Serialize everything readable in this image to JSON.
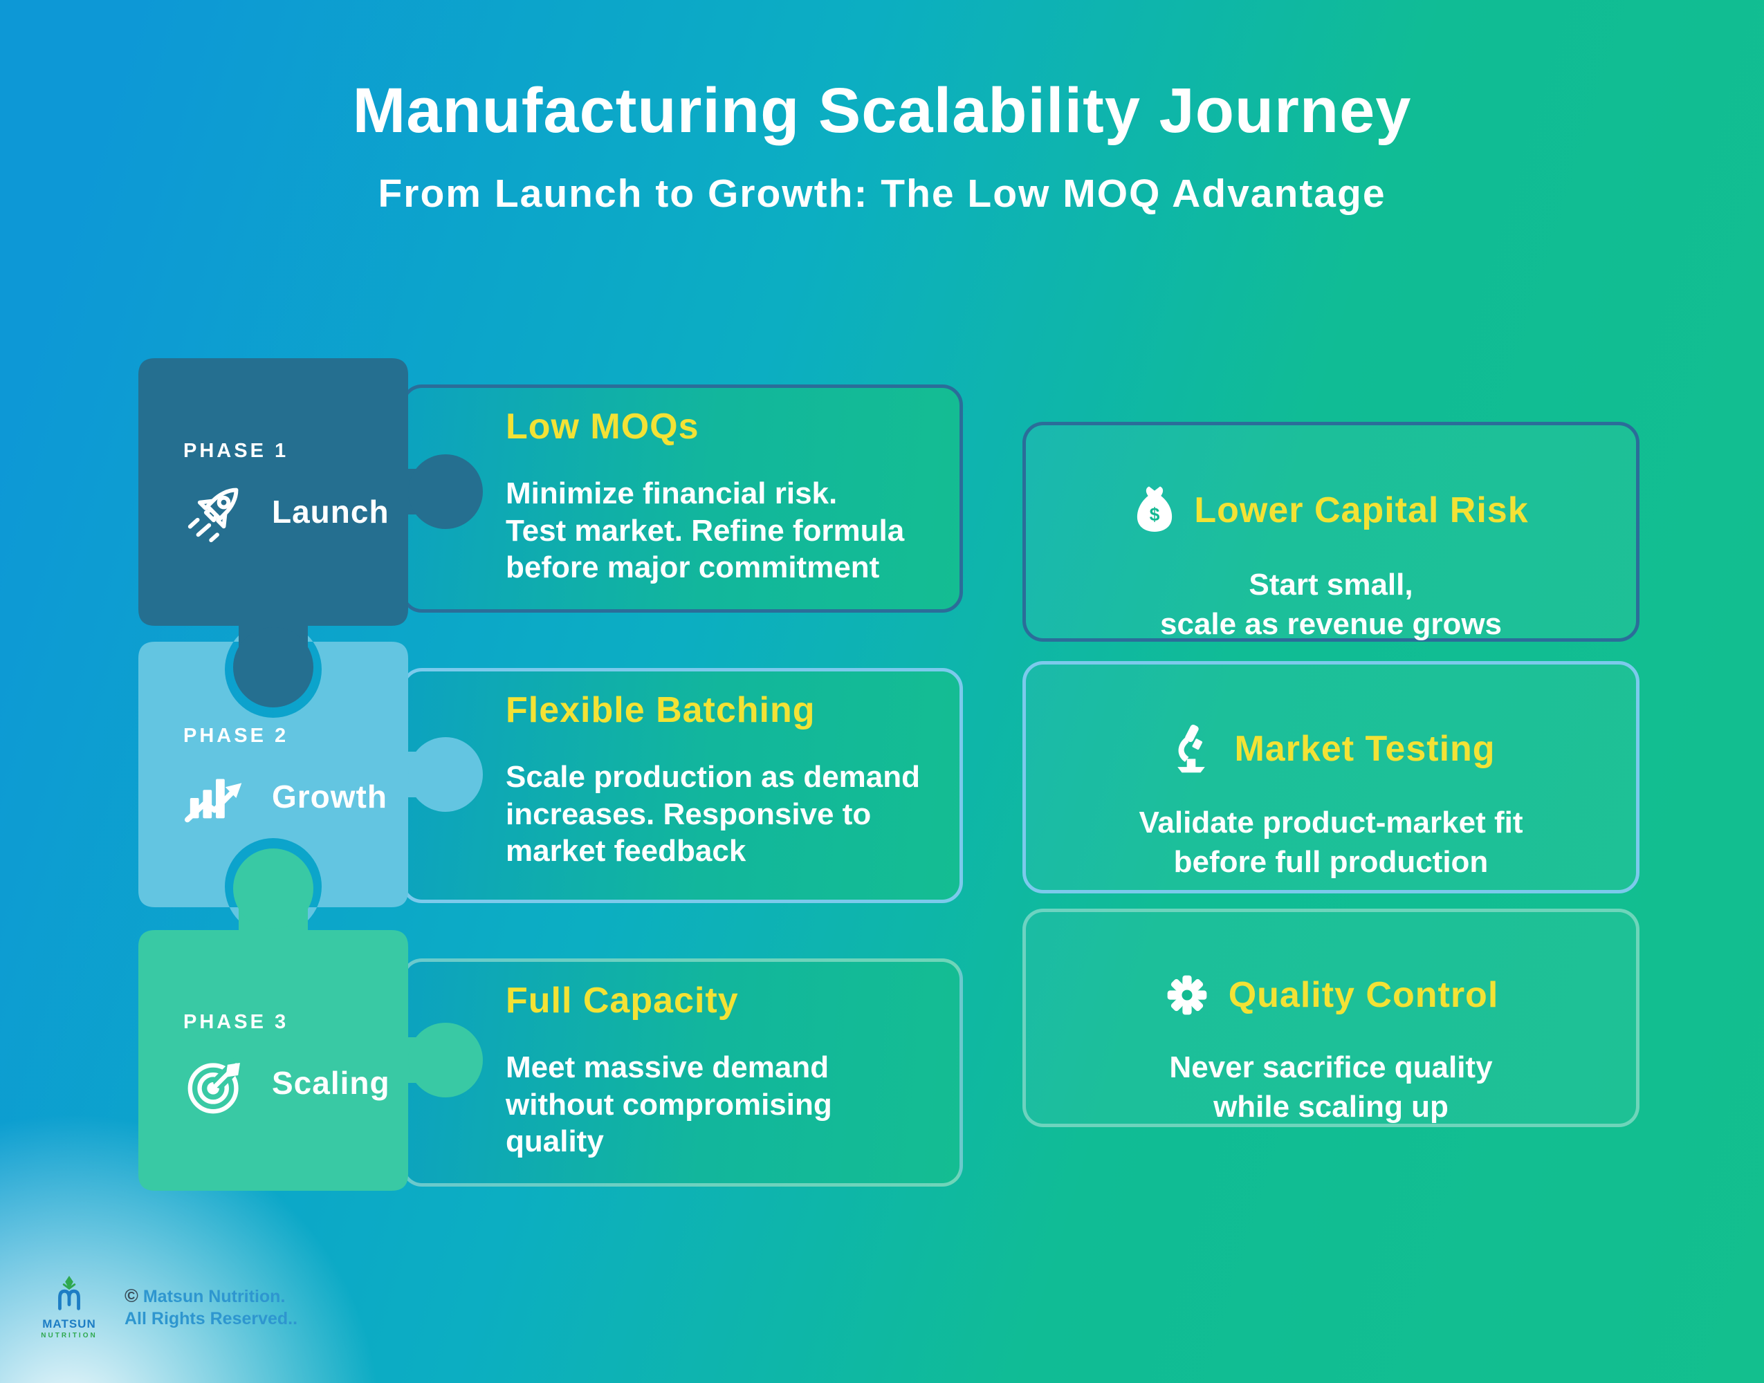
{
  "header": {
    "title": "Manufacturing Scalability Journey",
    "subtitle": "From Launch to Growth: The Low MOQ Advantage"
  },
  "phases": [
    {
      "phase_label": "PHASE 1",
      "name": "Launch",
      "icon": "rocket-icon",
      "piece_color": "#256f90",
      "card": {
        "title": "Low MOQs",
        "body": "Minimize financial risk.\nTest market. Refine formula\nbefore major commitment",
        "border_color": "#2b6d99"
      }
    },
    {
      "phase_label": "PHASE 2",
      "name": "Growth",
      "icon": "bar-chart-growth-icon",
      "piece_color": "#63c5e1",
      "card": {
        "title": "Flexible Batching",
        "body": "Scale production as demand\nincreases. Responsive to\nmarket feedback",
        "border_color": "#7ccaec"
      }
    },
    {
      "phase_label": "PHASE 3",
      "name": "Scaling",
      "icon": "target-arrow-icon",
      "piece_color": "#39c9a4",
      "card": {
        "title": "Full Capacity",
        "body": "Meet massive demand\nwithout compromising\nquality",
        "border_color": "#b9ead9"
      }
    }
  ],
  "benefits": [
    {
      "icon": "money-bag-icon",
      "title": "Lower Capital Risk",
      "body": "Start small,\nscale as revenue grows",
      "border_color": "#2b6d99"
    },
    {
      "icon": "microscope-icon",
      "title": "Market Testing",
      "body": "Validate product-market fit\nbefore full production",
      "border_color": "#7ccaec"
    },
    {
      "icon": "gear-icon",
      "title": "Quality Control",
      "body": "Never sacrifice quality\nwhile scaling up",
      "border_color": "#bfeadf"
    }
  ],
  "footer": {
    "brand_name": "MATSUN",
    "brand_subtitle": "NUTRITION",
    "copyright_symbol": "©",
    "copyright_text": "Matsun Nutrition.",
    "rights_text": "All Rights Reserved.."
  },
  "colors": {
    "background_start": "#0d98d6",
    "background_mid": "#0caec2",
    "background_end": "#13bf8e",
    "accent_yellow": "#f3e235",
    "text_white": "#ffffff",
    "phase1_piece": "#256f90",
    "phase2_piece": "#63c5e1",
    "phase3_piece": "#39c9a4",
    "footer_text": "#2e96cf",
    "logo_blue": "#1d7dc4",
    "logo_green": "#2fa84f"
  }
}
